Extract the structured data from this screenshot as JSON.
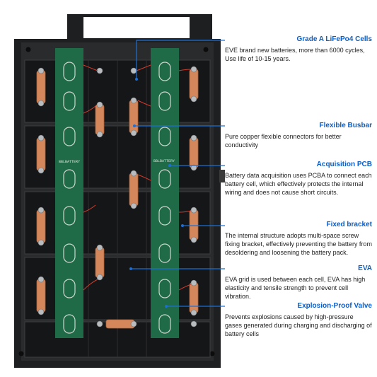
{
  "callouts": [
    {
      "title": "Grade A LiFePo4 Cells",
      "desc": "EVE brand new batteries, more than 6000 cycles, Use life of 10-15 years."
    },
    {
      "title": "Flexible Busbar",
      "desc": "Pure copper flexible connectors for better conductivity"
    },
    {
      "title": "Acquisition PCB",
      "desc": "Battery data acquisition uses PCBA to connect each battery cell, which effectively protects the internal wiring and does not cause short circuits."
    },
    {
      "title": "Fixed bracket",
      "desc": "The internal structure adopts multi-space screw fixing bracket, effectively preventing the battery from desoldering and loosening the battery pack."
    },
    {
      "title": "EVA",
      "desc": "EVA grid is used between each cell, EVA has high elasticity and tensile strength to prevent cell vibration."
    },
    {
      "title": "Explosion-Proof Valve",
      "desc": "Prevents explosions caused by high-pressure gases generated during charging and discharging of battery cells"
    }
  ],
  "pcb_labels": [
    "BBLBATTERY",
    "BBLBATTERY"
  ],
  "colors": {
    "accent": "#0a5ec7",
    "pcb": "#1f6b47",
    "busbar": "#d4875a",
    "case": "#1e1f21"
  }
}
